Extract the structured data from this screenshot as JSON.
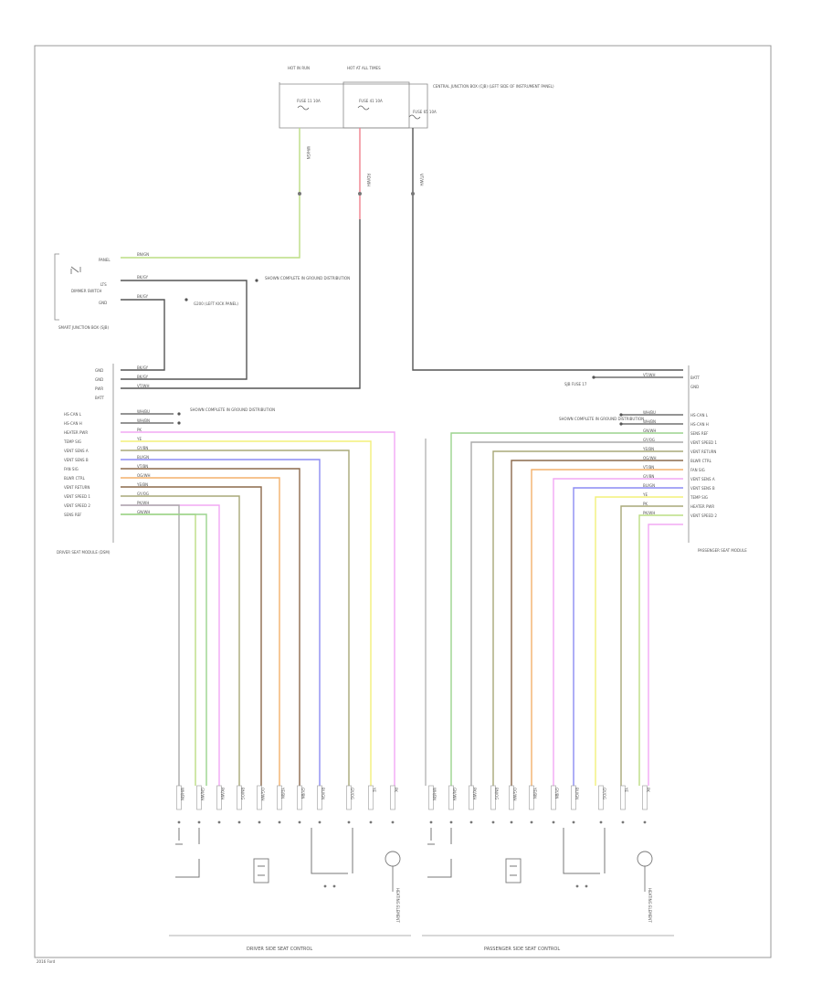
{
  "diagram": {
    "fuse_box": {
      "hot_left": "HOT IN RUN",
      "hot_right": "HOT AT ALL TIMES",
      "fuse_a": "FUSE 11 10A",
      "fuse_b": "FUSE 41 10A",
      "fuse_c": "FUSE 65 10A",
      "name": "CENTRAL JUNCTION BOX (CJB) (LEFT SIDE OF INSTRUMENT PANEL)"
    },
    "fuse_wires": [
      {
        "label": "WH/GN",
        "color": "#c8e49a"
      },
      {
        "label": "RD/WH",
        "color": "#f07d8c"
      },
      {
        "label": "VT/WH",
        "color": "#999999"
      }
    ],
    "dimmer": {
      "pin_labels": [
        "PANEL",
        "LTS",
        "GND"
      ],
      "name": "DIMMER SWITCH",
      "module": "SMART JUNCTION BOX (SJB)",
      "wire_panel": "BN/GN",
      "wire_lts": "BK/GY",
      "wire_gnd": "BK/GY",
      "link_note": "SHOWN COMPLETE IN GROUND DISTRIBUTION",
      "ground_note": "G200 (LEFT KICK PANEL)"
    },
    "left_module": {
      "name": "DRIVER SEAT MODULE (DSM)",
      "power_rows": [
        {
          "pin": "GND",
          "wire": "BK/GY"
        },
        {
          "pin": "GND",
          "wire": "BK/GY"
        },
        {
          "pin": "PWR",
          "wire": "VT/WH"
        },
        {
          "pin": "BATT",
          "wire": ""
        }
      ],
      "ground_note": "SHOWN COMPLETE IN GROUND DISTRIBUTION",
      "signal_rows": [
        {
          "pin": "HS-CAN L",
          "wire": "WH/BU"
        },
        {
          "pin": "HS-CAN H",
          "wire": "WH/BN"
        },
        {
          "pin": "HEATER PWR",
          "wire": "PK"
        },
        {
          "pin": "TEMP SIG",
          "wire": "YE"
        },
        {
          "pin": "VENT SENS A",
          "wire": "GY/BN"
        },
        {
          "pin": "VENT SENS B",
          "wire": "BU/GN"
        },
        {
          "pin": "FAN SIG",
          "wire": "VT/BN"
        },
        {
          "pin": "BLWR CTRL",
          "wire": "OG/WH"
        },
        {
          "pin": "VENT RETURN",
          "wire": "YE/BN"
        },
        {
          "pin": "VENT SPEED 1",
          "wire": "GY/OG"
        },
        {
          "pin": "VENT SPEED 2",
          "wire": "PK/WH"
        },
        {
          "pin": "SENS REF",
          "wire": "GN/WH"
        }
      ]
    },
    "right_module": {
      "name": "PASSENGER SEAT MODULE",
      "top_rows": [
        {
          "pin": "BATT",
          "wire": "VT/WH"
        },
        {
          "pin": "GND",
          "wire": ""
        }
      ],
      "top_note": "SJB FUSE 17",
      "ground_note": "SHOWN COMPLETE IN GROUND DISTRIBUTION",
      "signal_rows": [
        {
          "pin": "HS-CAN L",
          "wire": "WH/BU"
        },
        {
          "pin": "HS-CAN H",
          "wire": "WH/BN"
        },
        {
          "pin": "SENS REF",
          "wire": "GN/WH"
        },
        {
          "pin": "VENT SPEED 1",
          "wire": "GY/OG"
        },
        {
          "pin": "VENT RETURN",
          "wire": "YE/BN"
        },
        {
          "pin": "BLWR CTRL",
          "wire": "OG/WH"
        },
        {
          "pin": "FAN SIG",
          "wire": "VT/BN"
        },
        {
          "pin": "VENT SENS A",
          "wire": "GY/BN"
        },
        {
          "pin": "VENT SENS B",
          "wire": "BU/GN"
        },
        {
          "pin": "TEMP SIG",
          "wire": "YE"
        },
        {
          "pin": "HEATER PWR",
          "wire": "PK"
        },
        {
          "pin": "VENT SPEED 2",
          "wire": "PK/WH"
        }
      ]
    },
    "bottom": {
      "left_wires": [
        "WH/BN",
        "GN/WH",
        "PK/WH",
        "BN/OG",
        "OG/WH",
        "YE/BN",
        "GY/BN",
        "BU/GN",
        "GY/OG",
        "YE",
        "PK"
      ],
      "right_wires": [
        "WH/BN",
        "GN/WH",
        "PK/WH",
        "BN/OG",
        "OG/WH",
        "YE/BN",
        "GY/BN",
        "BU/GN",
        "GY/OG",
        "YE",
        "PK"
      ],
      "left_label": "DRIVER SIDE SEAT CONTROL",
      "right_label": "PASSENGER SIDE SEAT CONTROL",
      "left_heater_note": "HEATING ELEMENT",
      "right_heater_note": "HEATING ELEMENT"
    },
    "footer": "2016 Ford",
    "colors": {
      "lime": "#bcdd84",
      "green": "#9bd48d",
      "pink": "#f2a8f4",
      "yellow": "#f3f07a",
      "blue": "#8c8cf3",
      "orange": "#f3b06b",
      "olive": "#a8a878",
      "brown": "#8c6a4c",
      "grey": "#aaaaaa",
      "dark": "#444444",
      "red": "#ef7f8d"
    }
  }
}
